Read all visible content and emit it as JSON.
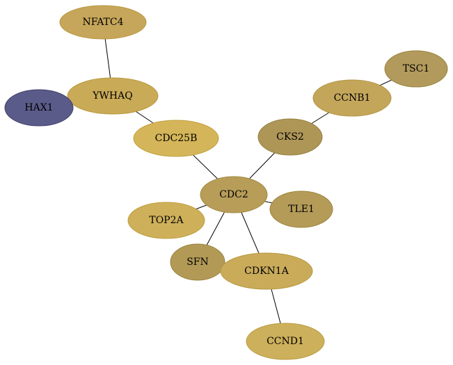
{
  "graph": {
    "nodes": [
      {
        "id": "NFATC4",
        "label": "NFATC4",
        "color": "#c6a65a",
        "stroke": "#b8973f"
      },
      {
        "id": "YWHAQ",
        "label": "YWHAQ",
        "color": "#c9aa57",
        "stroke": "#b99a3e"
      },
      {
        "id": "HAX1",
        "label": "HAX1",
        "color": "#5b5b8a",
        "stroke": "#3f3f6a"
      },
      {
        "id": "CDC25B",
        "label": "CDC25B",
        "color": "#d4b559",
        "stroke": "#c3a140"
      },
      {
        "id": "TSC1",
        "label": "TSC1",
        "color": "#b19a5b",
        "stroke": "#9a8442"
      },
      {
        "id": "CCNB1",
        "label": "CCNB1",
        "color": "#c4a65b",
        "stroke": "#b39541"
      },
      {
        "id": "CKS2",
        "label": "CKS2",
        "color": "#ae9657",
        "stroke": "#968040"
      },
      {
        "id": "CDC2",
        "label": "CDC2",
        "color": "#b79d58",
        "stroke": "#a28840"
      },
      {
        "id": "TLE1",
        "label": "TLE1",
        "color": "#b49b58",
        "stroke": "#9d8640"
      },
      {
        "id": "TOP2A",
        "label": "TOP2A",
        "color": "#cfb05a",
        "stroke": "#bd9e40"
      },
      {
        "id": "SFN",
        "label": "SFN",
        "color": "#b29956",
        "stroke": "#9a833f"
      },
      {
        "id": "CDKN1A",
        "label": "CDKN1A",
        "color": "#c9ab5a",
        "stroke": "#b79940"
      },
      {
        "id": "CCND1",
        "label": "CCND1",
        "color": "#cdb05b",
        "stroke": "#bb9d41"
      }
    ],
    "edges": [
      {
        "source": "NFATC4",
        "target": "YWHAQ"
      },
      {
        "source": "YWHAQ",
        "target": "CDC25B"
      },
      {
        "source": "CDC25B",
        "target": "CDC2"
      },
      {
        "source": "TSC1",
        "target": "CCNB1"
      },
      {
        "source": "CCNB1",
        "target": "CKS2"
      },
      {
        "source": "CKS2",
        "target": "CDC2"
      },
      {
        "source": "CDC2",
        "target": "TLE1"
      },
      {
        "source": "CDC2",
        "target": "TOP2A"
      },
      {
        "source": "CDC2",
        "target": "SFN"
      },
      {
        "source": "CDC2",
        "target": "CDKN1A"
      },
      {
        "source": "CDKN1A",
        "target": "CCND1"
      }
    ]
  }
}
